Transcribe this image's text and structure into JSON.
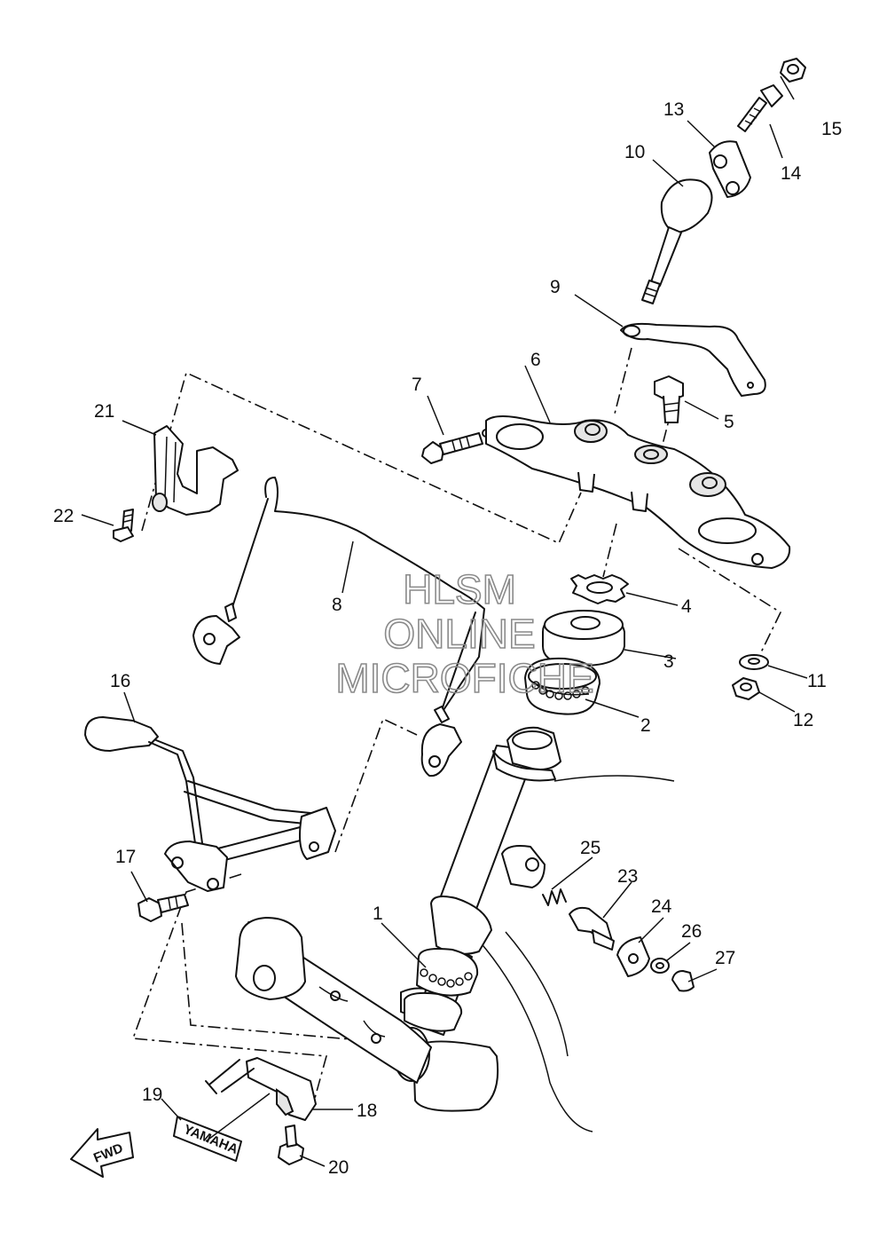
{
  "callouts": [
    "1",
    "2",
    "3",
    "4",
    "5",
    "6",
    "7",
    "8",
    "9",
    "10",
    "11",
    "12",
    "13",
    "14",
    "15",
    "16",
    "17",
    "18",
    "19",
    "20",
    "21",
    "22",
    "23",
    "24",
    "25",
    "26",
    "27"
  ],
  "watermark": {
    "line1": "HLSM",
    "line2": "ONLINE",
    "line3": "MICROFICHE"
  },
  "decal_text": "YAMAHA",
  "arrow_text": "FWD"
}
